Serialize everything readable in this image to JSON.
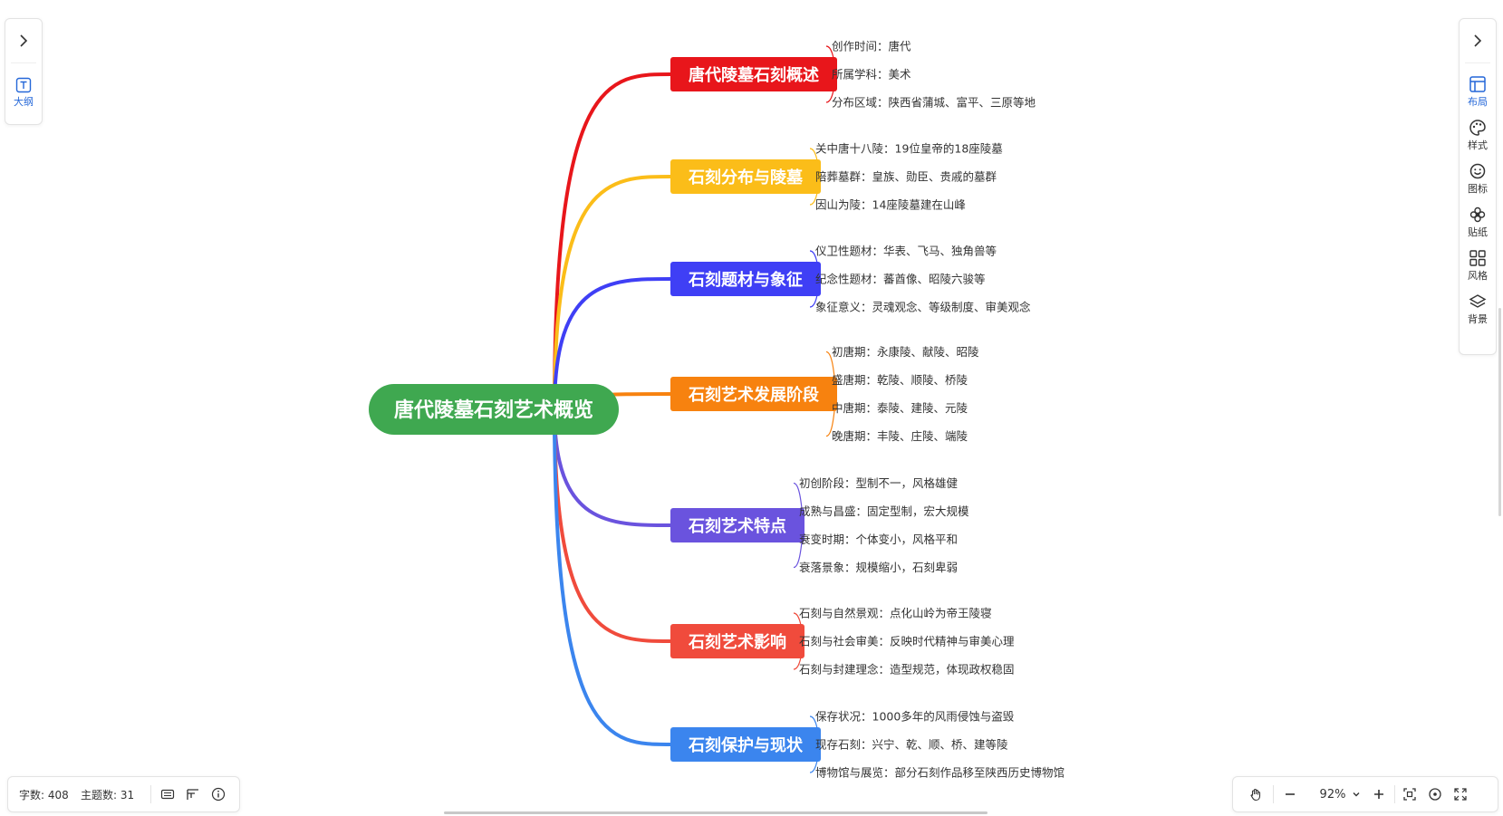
{
  "left_panel": {
    "outline_label": "大纲"
  },
  "right_panel": {
    "tools": [
      {
        "label": "布局",
        "icon": "layout-icon",
        "active": true
      },
      {
        "label": "样式",
        "icon": "palette-icon",
        "active": false
      },
      {
        "label": "图标",
        "icon": "smiley-icon",
        "active": false
      },
      {
        "label": "贴纸",
        "icon": "flower-icon",
        "active": false
      },
      {
        "label": "风格",
        "icon": "grid-icon",
        "active": false
      },
      {
        "label": "背景",
        "icon": "layers-icon",
        "active": false
      }
    ]
  },
  "mindmap": {
    "root": {
      "text": "唐代陵墓石刻艺术概览",
      "color": "#3fa850"
    },
    "branches": [
      {
        "title": "唐代陵墓石刻概述",
        "color": "#e8161b",
        "children": [
          "创作时间：唐代",
          "所属学科：美术",
          "分布区域：陕西省蒲城、富平、三原等地"
        ]
      },
      {
        "title": "石刻分布与陵墓",
        "color": "#fbbd19",
        "children": [
          "关中唐十八陵：19位皇帝的18座陵墓",
          "陪葬墓群：皇族、勋臣、贵戚的墓群",
          "因山为陵：14座陵墓建在山峰"
        ]
      },
      {
        "title": "石刻题材与象征",
        "color": "#3f3ff5",
        "children": [
          "仪卫性题材：华表、飞马、独角兽等",
          "纪念性题材：蕃酋像、昭陵六骏等",
          "象征意义：灵魂观念、等级制度、审美观念"
        ]
      },
      {
        "title": "石刻艺术发展阶段",
        "color": "#f7820f",
        "children": [
          "初唐期：永康陵、献陵、昭陵",
          "盛唐期：乾陵、顺陵、桥陵",
          "中唐期：泰陵、建陵、元陵",
          "晚唐期：丰陵、庄陵、端陵"
        ]
      },
      {
        "title": "石刻艺术特点",
        "color": "#6a53de",
        "children": [
          "初创阶段：型制不一，风格雄健",
          "成熟与昌盛：固定型制，宏大规模",
          "衰变时期：个体变小，风格平和",
          "衰落景象：规模缩小，石刻卑弱"
        ]
      },
      {
        "title": "石刻艺术影响",
        "color": "#f04b3c",
        "children": [
          "石刻与自然景观：点化山岭为帝王陵寝",
          "石刻与社会审美：反映时代精神与审美心理",
          "石刻与封建理念：造型规范，体现政权稳固"
        ]
      },
      {
        "title": "石刻保护与现状",
        "color": "#3b85ee",
        "children": [
          "保存状况：1000多年的风雨侵蚀与盗毁",
          "现存石刻：兴宁、乾、顺、桥、建等陵",
          "博物馆与展览：部分石刻作品移至陕西历史博物馆"
        ]
      }
    ]
  },
  "status": {
    "word_count": "字数: 408",
    "topic_count": "主题数: 31"
  },
  "zoom": {
    "value": "92%"
  }
}
